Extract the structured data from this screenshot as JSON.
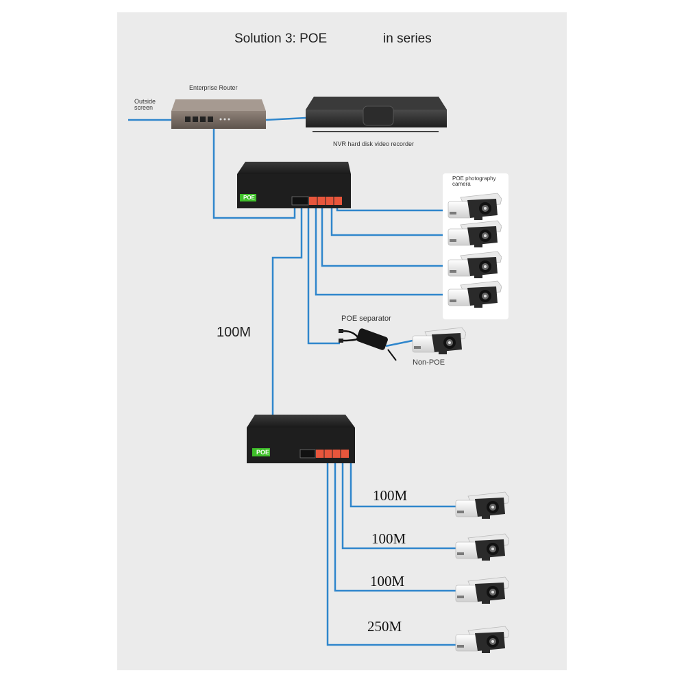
{
  "title": {
    "left": "Solution 3: POE",
    "right": "in series"
  },
  "devices": {
    "outside_screen": "Outside\nscreen",
    "router": "Enterprise Router",
    "nvr": "NVR hard disk video recorder",
    "switch_logo": "POE",
    "camera_group": "POE photography\ncamera",
    "poe_separator": "POE separator",
    "non_poe": "Non-POE"
  },
  "links": {
    "cascade_speed": "100M",
    "camera_speeds": [
      "100M",
      "100M",
      "100M",
      "250M"
    ]
  },
  "colors": {
    "background": "#ebebeb",
    "cable": "#2f86cc",
    "switch_body": "#222222",
    "poe_logo": "#3fbf2a",
    "poe_port": "#e8563c"
  },
  "icons": [
    "router-icon",
    "nvr-icon",
    "poe-switch-icon",
    "camera-icon",
    "poe-splitter-icon"
  ]
}
